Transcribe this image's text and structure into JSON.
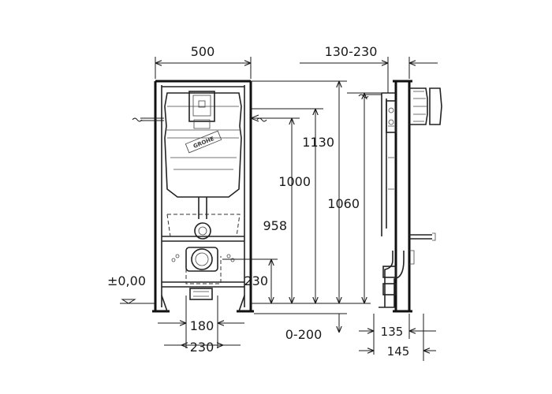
{
  "dimensions": {
    "frame_width": "500",
    "wall_offset": "130-230",
    "height_total": "1130",
    "height_1060": "1060",
    "height_1000": "1000",
    "height_958": "958",
    "height_230": "230",
    "floor_level": "±0,00",
    "width_180": "180",
    "width_230": "230",
    "range_0_200": "0-200",
    "depth_135": "135",
    "depth_145": "145"
  },
  "logo": {
    "text": "GROHE"
  },
  "colors": {
    "line": "#1a1a1a",
    "background": "#ffffff"
  }
}
